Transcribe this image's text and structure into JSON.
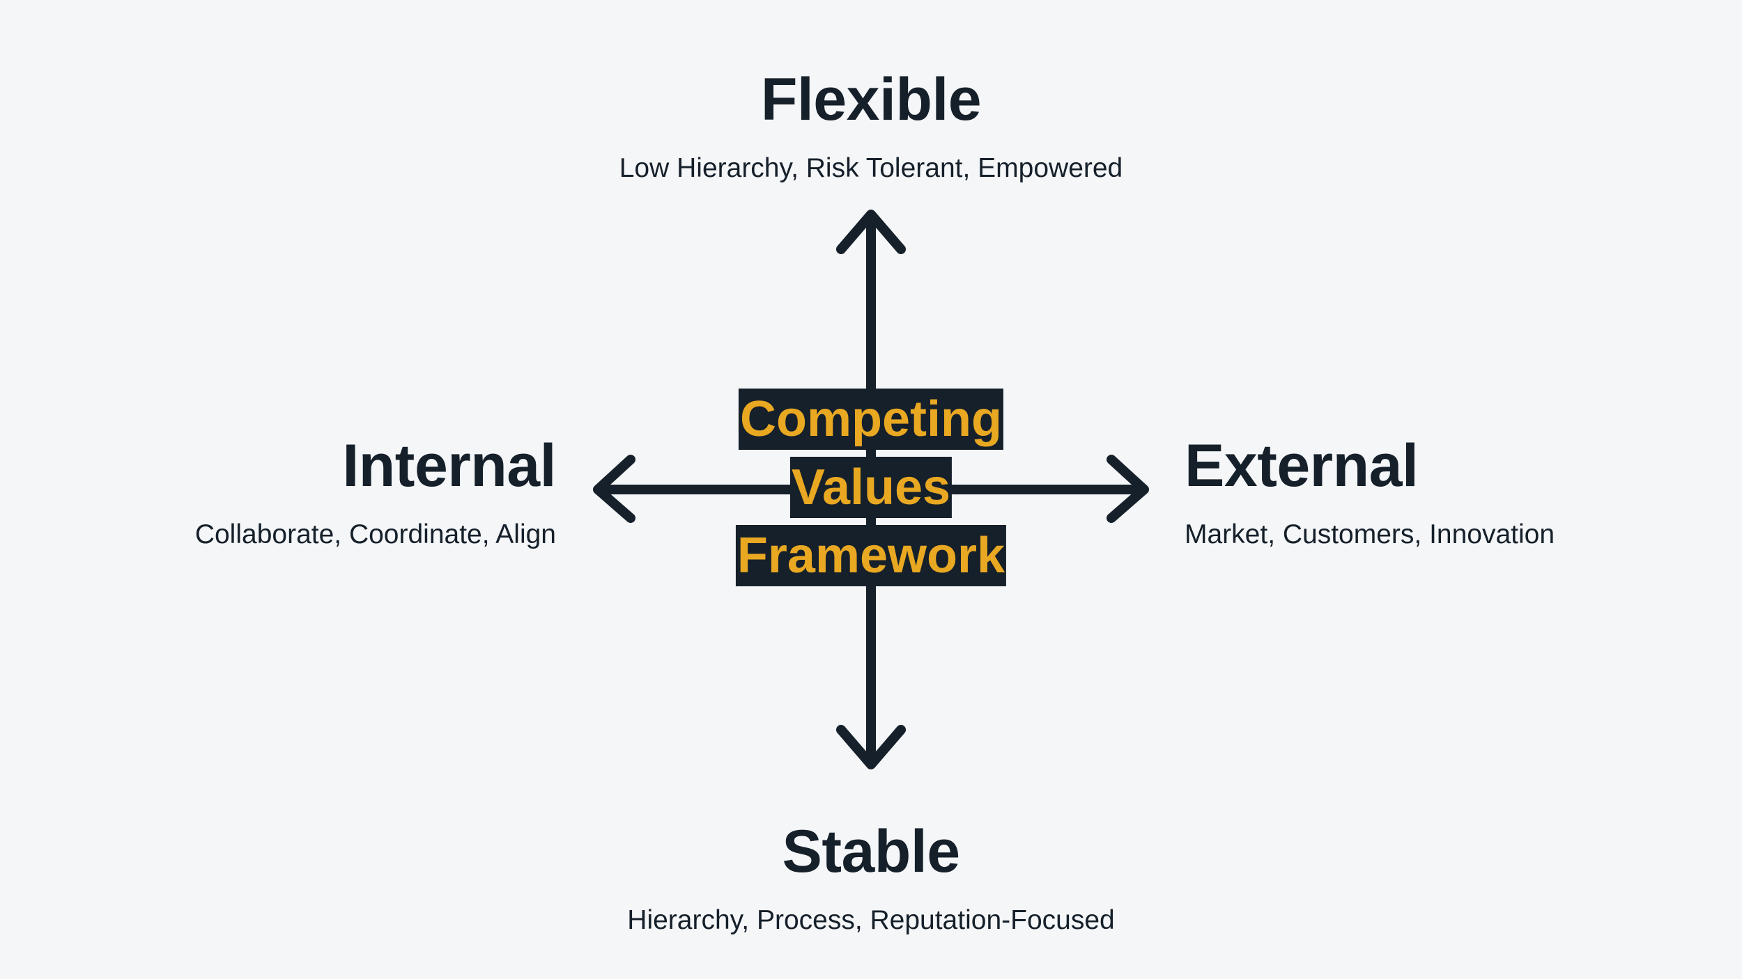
{
  "colors": {
    "background": "#f4f6f8",
    "ink": "#16202a",
    "accent": "#e9a822"
  },
  "center": {
    "lines": [
      "Competing",
      "Values",
      "Framework"
    ]
  },
  "poles": {
    "top": {
      "title": "Flexible",
      "subtitle": "Low Hierarchy, Risk Tolerant, Empowered"
    },
    "bottom": {
      "title": "Stable",
      "subtitle": "Hierarchy, Process, Reputation-Focused"
    },
    "left": {
      "title": "Internal",
      "subtitle": "Collaborate, Coordinate, Align"
    },
    "right": {
      "title": "External",
      "subtitle": "Market, Customers, Innovation"
    }
  }
}
